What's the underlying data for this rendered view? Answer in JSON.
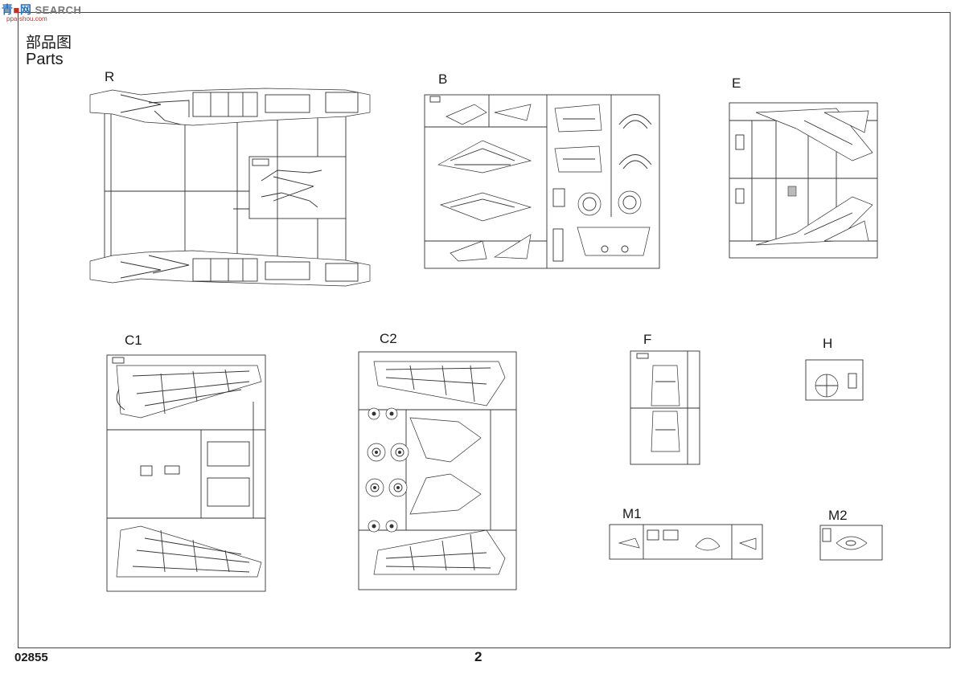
{
  "watermark": {
    "cn": "青",
    "cn2": "网",
    "search": "SEARCH",
    "url": "ppa-shou.com"
  },
  "header": {
    "title_cn": "部品图",
    "title_en": "Parts"
  },
  "sprues": [
    {
      "id": "R",
      "label": "R"
    },
    {
      "id": "B",
      "label": "B"
    },
    {
      "id": "E",
      "label": "E"
    },
    {
      "id": "C1",
      "label": "C1"
    },
    {
      "id": "C2",
      "label": "C2"
    },
    {
      "id": "F",
      "label": "F"
    },
    {
      "id": "H",
      "label": "H"
    },
    {
      "id": "M1",
      "label": "M1"
    },
    {
      "id": "M2",
      "label": "M2"
    }
  ],
  "footer": {
    "product_code": "02855",
    "page_number": "2"
  }
}
